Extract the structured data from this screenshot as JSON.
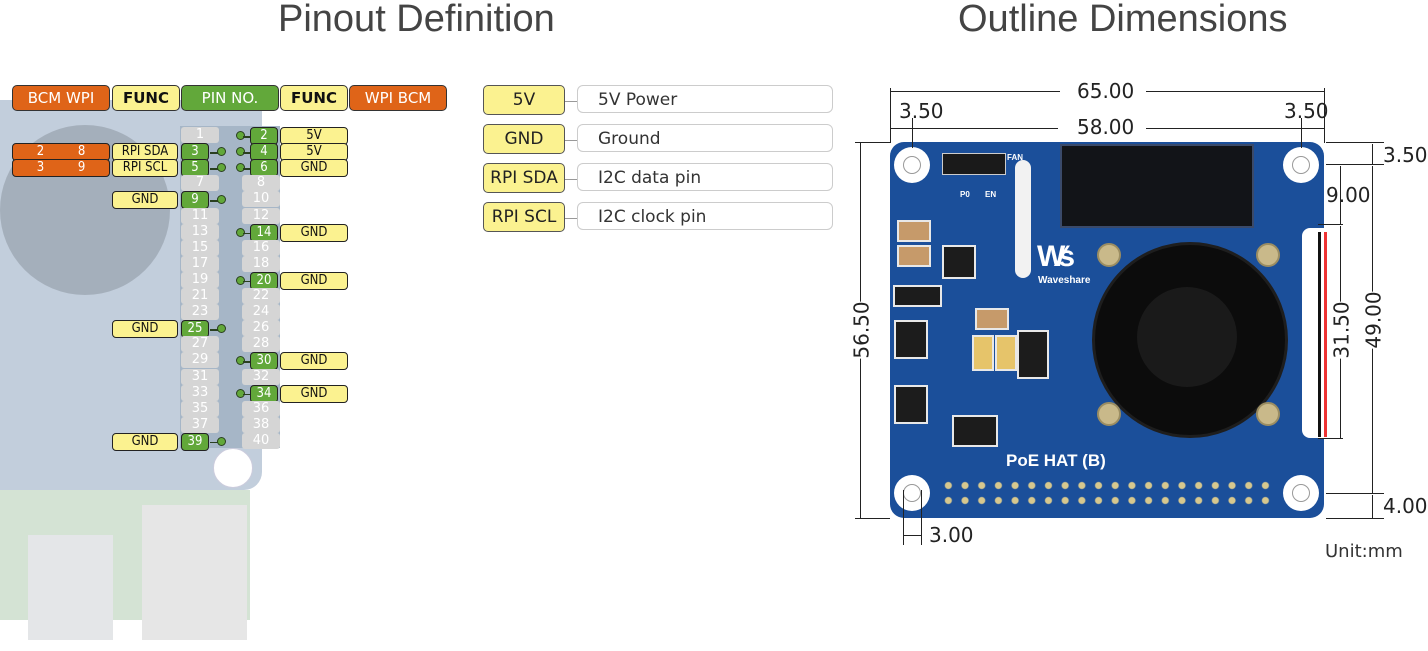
{
  "titles": {
    "pinout": "Pinout Definition",
    "outline": "Outline Dimensions"
  },
  "pinout_header": {
    "left_bcm_wpi": "BCM   WPI",
    "left_func": "FUNC",
    "pin_no": "PIN NO.",
    "right_func": "FUNC",
    "right_wpi_bcm": "WPI   BCM"
  },
  "colors": {
    "orange": "#df6418",
    "yellow": "#fbf290",
    "green": "#62a83a",
    "pcb_blue": "#1b4f9a",
    "unused_pin_grey": "#d5d5d5"
  },
  "pins": {
    "left": [
      {
        "pin": "1",
        "used": false
      },
      {
        "pin": "3",
        "used": true,
        "func": "RPI SDA",
        "bcm": "2",
        "wpi": "8"
      },
      {
        "pin": "5",
        "used": true,
        "func": "RPI SCL",
        "bcm": "3",
        "wpi": "9"
      },
      {
        "pin": "7",
        "used": false
      },
      {
        "pin": "9",
        "used": true,
        "func": "GND"
      },
      {
        "pin": "11",
        "used": false
      },
      {
        "pin": "13",
        "used": false
      },
      {
        "pin": "15",
        "used": false
      },
      {
        "pin": "17",
        "used": false
      },
      {
        "pin": "19",
        "used": false
      },
      {
        "pin": "21",
        "used": false
      },
      {
        "pin": "23",
        "used": false
      },
      {
        "pin": "25",
        "used": true,
        "func": "GND"
      },
      {
        "pin": "27",
        "used": false
      },
      {
        "pin": "29",
        "used": false
      },
      {
        "pin": "31",
        "used": false
      },
      {
        "pin": "33",
        "used": false
      },
      {
        "pin": "35",
        "used": false
      },
      {
        "pin": "37",
        "used": false
      },
      {
        "pin": "39",
        "used": true,
        "func": "GND"
      }
    ],
    "right": [
      {
        "pin": "2",
        "used": true,
        "func": "5V"
      },
      {
        "pin": "4",
        "used": true,
        "func": "5V"
      },
      {
        "pin": "6",
        "used": true,
        "func": "GND"
      },
      {
        "pin": "8",
        "used": false
      },
      {
        "pin": "10",
        "used": false
      },
      {
        "pin": "12",
        "used": false
      },
      {
        "pin": "14",
        "used": true,
        "func": "GND"
      },
      {
        "pin": "16",
        "used": false
      },
      {
        "pin": "18",
        "used": false
      },
      {
        "pin": "20",
        "used": true,
        "func": "GND"
      },
      {
        "pin": "22",
        "used": false
      },
      {
        "pin": "24",
        "used": false
      },
      {
        "pin": "26",
        "used": false
      },
      {
        "pin": "28",
        "used": false
      },
      {
        "pin": "30",
        "used": true,
        "func": "GND"
      },
      {
        "pin": "32",
        "used": false
      },
      {
        "pin": "34",
        "used": true,
        "func": "GND"
      },
      {
        "pin": "36",
        "used": false
      },
      {
        "pin": "38",
        "used": false
      },
      {
        "pin": "40",
        "used": false
      }
    ]
  },
  "legend": [
    {
      "label": "5V",
      "description": "5V Power"
    },
    {
      "label": "GND",
      "description": "Ground"
    },
    {
      "label": "RPI SDA",
      "description": "I2C data pin"
    },
    {
      "label": "RPI SCL",
      "description": "I2C clock pin"
    }
  ],
  "board": {
    "name": "PoE HAT (B)",
    "brand": "Waveshare",
    "logo": "W⁄s",
    "switch_label": "FAN",
    "switch_pos_left": "P0",
    "switch_pos_right": "EN"
  },
  "dimensions": {
    "overall_width": "65.00",
    "hole_spacing_x": "58.00",
    "hole_offset_left": "3.50",
    "hole_offset_right": "3.50",
    "hole_offset_top": "3.50",
    "notch_offset_top": "9.00",
    "notch_length": "31.50",
    "hole_spacing_y": "49.00",
    "overall_height": "56.50",
    "hole_offset_bottom": "4.00",
    "hole_diameter": "3.00",
    "unit": "Unit:mm"
  }
}
